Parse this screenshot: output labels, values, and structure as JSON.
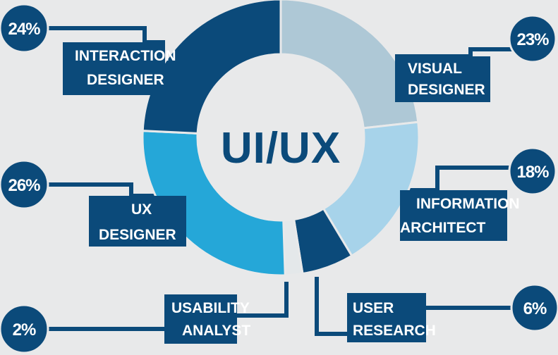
{
  "chart_data": {
    "type": "pie",
    "title": "UI/UX",
    "colors": {
      "connector": "#0b4a7a",
      "label_box": "#0b4a7a",
      "background": "#e8e9ea"
    },
    "slices": [
      {
        "id": "visual",
        "value": 23,
        "value_label": "23%",
        "label_lines": [
          "VISUAL",
          "DESIGNER"
        ],
        "color": "#aec8d6"
      },
      {
        "id": "ia",
        "value": 18,
        "value_label": "18%",
        "label_lines": [
          "INFORMATION",
          "ARCHITECT"
        ],
        "color": "#a7d3ea"
      },
      {
        "id": "ur",
        "value": 6,
        "value_label": "6%",
        "label_lines": [
          "USER",
          "RESEARCH"
        ],
        "color": "#0b4a7a"
      },
      {
        "id": "ua",
        "value": 2,
        "value_label": "2%",
        "label_lines": [
          "USABILITY",
          "ANALYST"
        ],
        "color": "#e4e8ea"
      },
      {
        "id": "ux",
        "value": 26,
        "value_label": "26%",
        "label_lines": [
          "UX",
          "DESIGNER"
        ],
        "color": "#25a7d8"
      },
      {
        "id": "ixd",
        "value": 24,
        "value_label": "24%",
        "label_lines": [
          "INTERACTION",
          "DESIGNER"
        ],
        "color": "#0b4a7a"
      }
    ]
  }
}
